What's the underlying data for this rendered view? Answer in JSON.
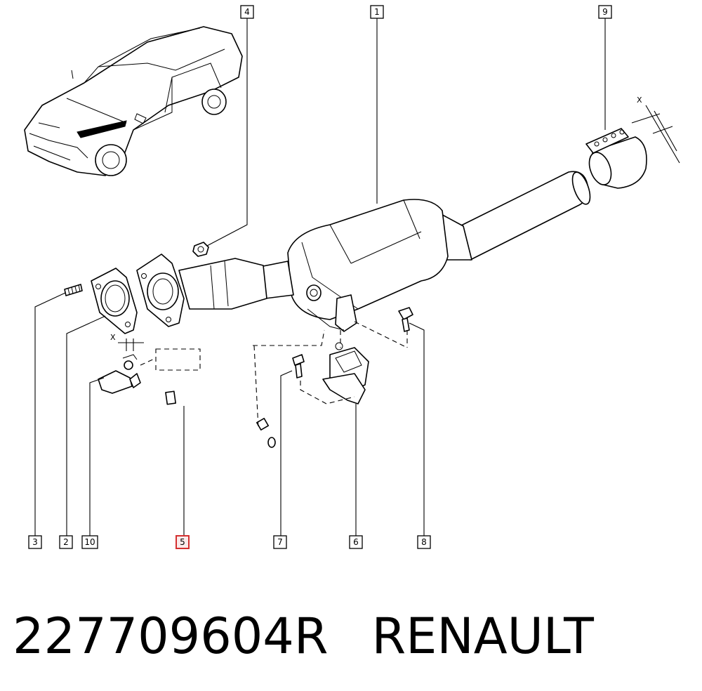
{
  "caption": {
    "part_number": "227709604R",
    "brand": "RENAULT"
  },
  "callouts": [
    {
      "id": "c1",
      "label": "1"
    },
    {
      "id": "c2",
      "label": "2"
    },
    {
      "id": "c3",
      "label": "3"
    },
    {
      "id": "c4",
      "label": "4"
    },
    {
      "id": "c5",
      "label": "5",
      "highlighted": true
    },
    {
      "id": "c6",
      "label": "6"
    },
    {
      "id": "c7",
      "label": "7"
    },
    {
      "id": "c8",
      "label": "8"
    },
    {
      "id": "c9",
      "label": "9"
    },
    {
      "id": "c10",
      "label": "10"
    }
  ],
  "dimension_labels": {
    "clamp_width": "X",
    "sensor_gap": "X"
  },
  "colors": {
    "line": "#000000",
    "highlight": "#d43030",
    "background": "#ffffff"
  }
}
